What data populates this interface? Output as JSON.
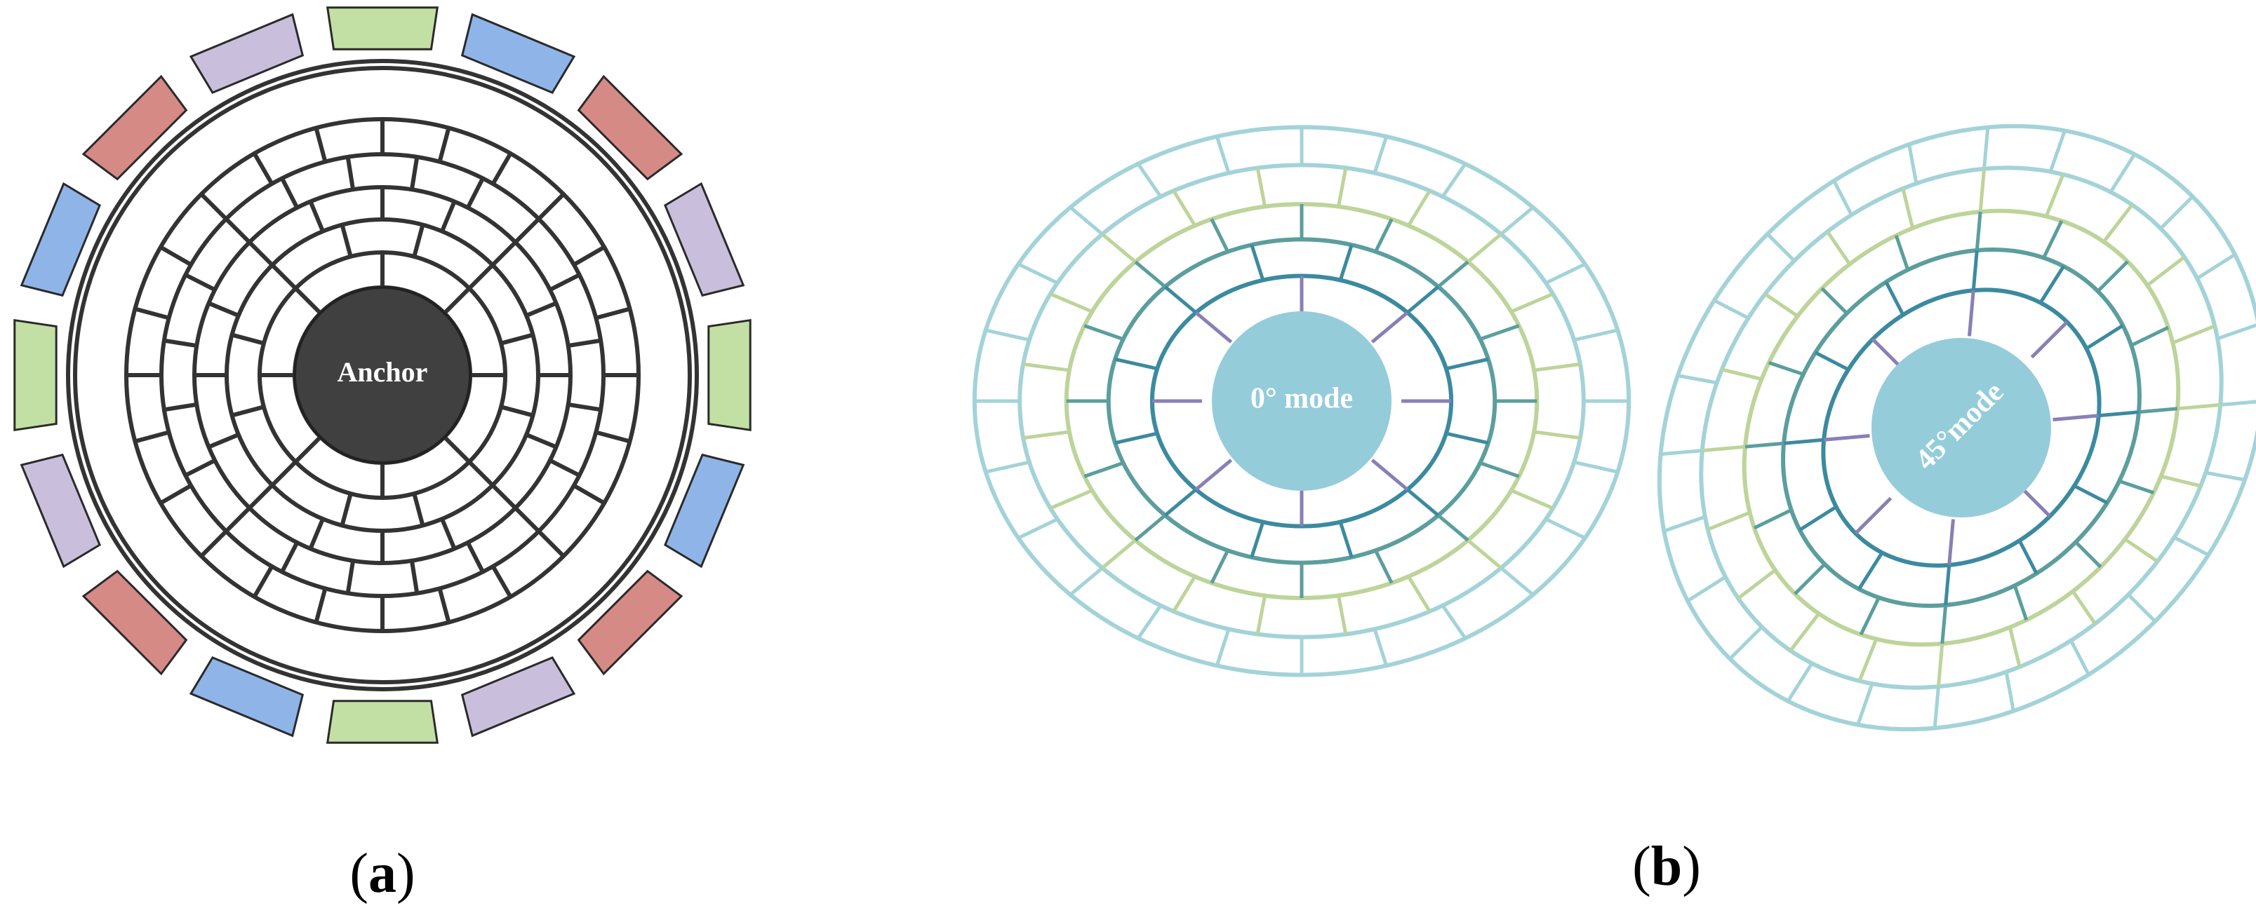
{
  "figure": {
    "panel_a": {
      "label_open": "(",
      "label_letter": "a",
      "label_close": ")",
      "center_label": "Anchor",
      "ring_color": "#333333",
      "anchor_color": "#404040",
      "ring_count": 5,
      "spokes_per_ring": [
        8,
        12,
        16,
        20,
        24
      ],
      "electrode_count": 16,
      "electrode_colors": [
        "#c3e0a4",
        "#8fb4e8",
        "#d58a86",
        "#c9bfdc"
      ]
    },
    "panel_b": {
      "label_open": "(",
      "label_letter": "b",
      "label_close": ")",
      "mode_0": {
        "center_label": "0° mode",
        "tilt_degrees": 0
      },
      "mode_45": {
        "center_label": "45°mode",
        "tilt_degrees": 45
      },
      "center_color": "#94ccda",
      "ring_colors": [
        "#8a7fb5",
        "#3b8aa0",
        "#5b9e9d",
        "#bdd49a",
        "#a3d3d8"
      ],
      "spokes_per_ring": [
        8,
        12,
        16,
        20,
        24
      ]
    }
  }
}
